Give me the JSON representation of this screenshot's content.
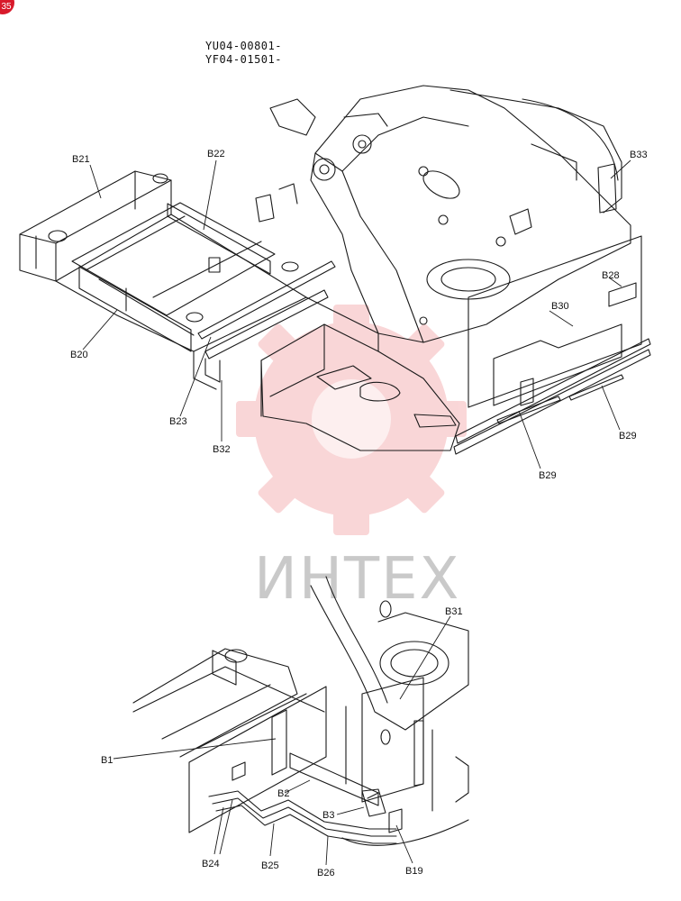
{
  "corner_badge": "35",
  "header": {
    "serial_1": "YU04-00801-",
    "serial_2": "YF04-01501-"
  },
  "watermark": {
    "text": "ИНТЕХ",
    "color": "#e8474e"
  },
  "callouts": {
    "B21": "B21",
    "B22": "B22",
    "B20": "B20",
    "B23": "B23",
    "B32": "B32",
    "B33": "B33",
    "B28": "B28",
    "B30": "B30",
    "B29a": "B29",
    "B29b": "B29",
    "B31": "B31",
    "B1": "B1",
    "B2": "B2",
    "B3": "B3",
    "B24": "B24",
    "B25": "B25",
    "B26": "B26",
    "B19": "B19"
  }
}
